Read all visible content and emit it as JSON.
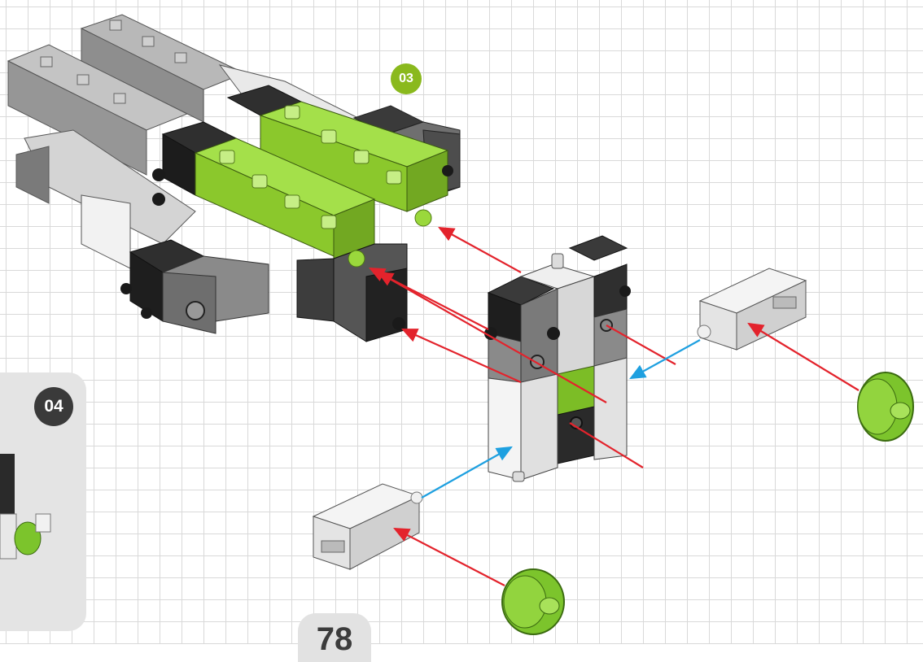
{
  "steps": {
    "current_label": "03",
    "next_label": "04",
    "current_color": "#8ab91d",
    "next_color": "#3a3a3a"
  },
  "page": {
    "number": "78"
  },
  "colors": {
    "brick_green": "#8fd12e",
    "brick_black": "#2b2b2b",
    "brick_gray": "#9a9a9a",
    "brick_white": "#f0f0f0",
    "arrow_red": "#e3232c",
    "arrow_blue": "#1ea0e0",
    "grid_line": "#d9d9d9"
  },
  "icons": [
    "assembly-instruction-illustration",
    "wheel-icon",
    "connector-brick-icon"
  ]
}
